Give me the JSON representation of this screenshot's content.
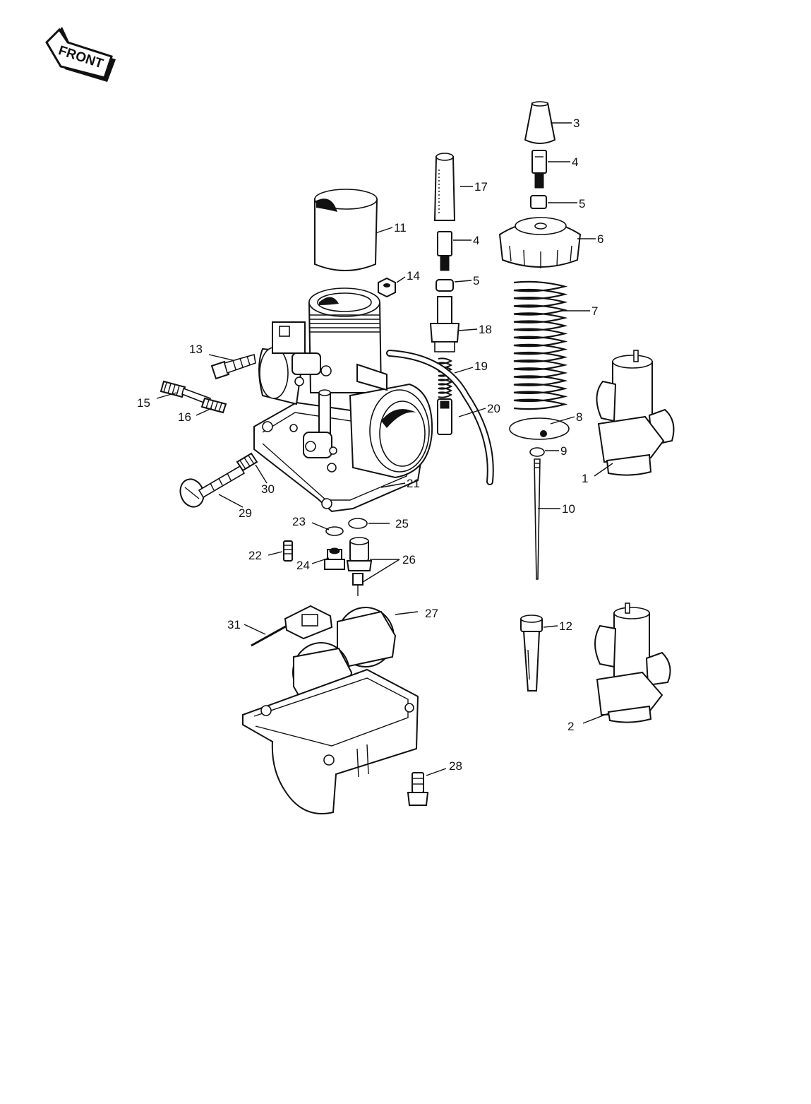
{
  "front_sign": {
    "text": "FRONT",
    "icon": "front-arrow-icon"
  },
  "colors": {
    "ink": "#111111",
    "paper": "#ffffff"
  },
  "callouts": {
    "c1": "1",
    "c2": "2",
    "c3": "3",
    "c4a": "4",
    "c4b": "4",
    "c5a": "5",
    "c5b": "5",
    "c6": "6",
    "c7": "7",
    "c8": "8",
    "c9": "9",
    "c10": "10",
    "c11": "11",
    "c12": "12",
    "c13": "13",
    "c14": "14",
    "c15": "15",
    "c16": "16",
    "c17": "17",
    "c18": "18",
    "c19": "19",
    "c20": "20",
    "c21": "21",
    "c22": "22",
    "c23": "23",
    "c24": "24",
    "c25": "25",
    "c26": "26",
    "c27": "27",
    "c28": "28",
    "c29": "29",
    "c30": "30",
    "c31": "31"
  }
}
